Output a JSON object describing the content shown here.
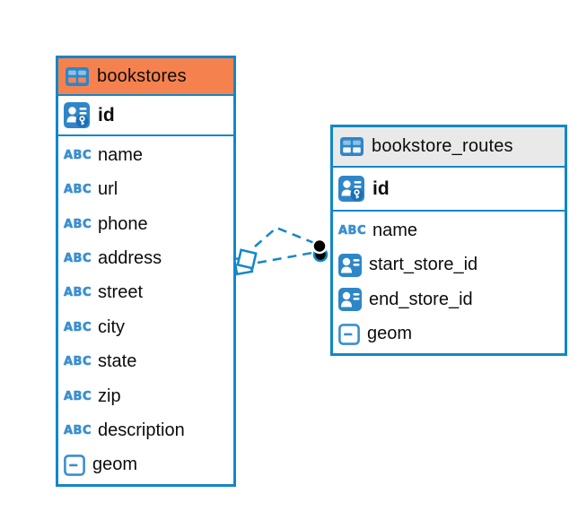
{
  "colors": {
    "accent_blue": "#1287C9",
    "icon_blue": "#2E86C8",
    "bookstores_header": "#F5824E",
    "routes_header": "#E9E9E9",
    "relationship_line": "#1287C9",
    "endpoint_dot": "#000000"
  },
  "icons": {
    "varchar_label": "ABC",
    "table_icon": "table-grid",
    "primary_key_icon": "person-with-key",
    "foreign_key_icon": "person-badge",
    "geometry_icon": "box-with-dash"
  },
  "tables": [
    {
      "name": "bookstores",
      "header_style": "orange",
      "primary_key": {
        "name": "id"
      },
      "columns": [
        {
          "name": "name",
          "type": "varchar"
        },
        {
          "name": "url",
          "type": "varchar"
        },
        {
          "name": "phone",
          "type": "varchar"
        },
        {
          "name": "address",
          "type": "varchar"
        },
        {
          "name": "street",
          "type": "varchar"
        },
        {
          "name": "city",
          "type": "varchar"
        },
        {
          "name": "state",
          "type": "varchar"
        },
        {
          "name": "zip",
          "type": "varchar"
        },
        {
          "name": "description",
          "type": "varchar"
        },
        {
          "name": "geom",
          "type": "geometry"
        }
      ]
    },
    {
      "name": "bookstore_routes",
      "header_style": "gray",
      "primary_key": {
        "name": "id"
      },
      "columns": [
        {
          "name": "name",
          "type": "varchar"
        },
        {
          "name": "start_store_id",
          "type": "foreign-key"
        },
        {
          "name": "end_store_id",
          "type": "foreign-key"
        },
        {
          "name": "geom",
          "type": "geometry"
        }
      ]
    }
  ],
  "relationships": [
    {
      "from_table": "bookstore_routes",
      "from_column": "start_store_id",
      "to_table": "bookstores",
      "to_column": "id",
      "style": "dashed"
    },
    {
      "from_table": "bookstore_routes",
      "from_column": "end_store_id",
      "to_table": "bookstores",
      "to_column": "id",
      "style": "dashed"
    }
  ]
}
